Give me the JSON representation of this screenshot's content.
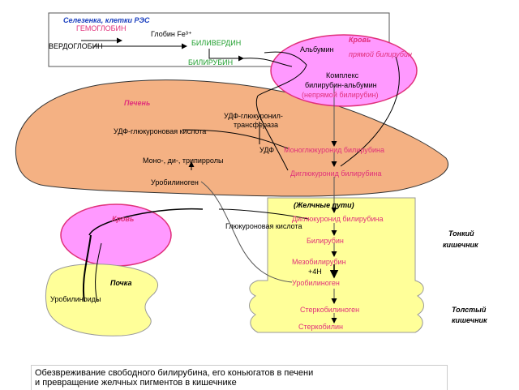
{
  "spleen": {
    "title": "Селезенка, клетки РЭС",
    "hemoglobin": "ГЕМОГЛОБИН",
    "globin_fe": "Глобин  Fe³⁺",
    "verdoglobin": "ВЕРДОГЛОБИН",
    "biliverdin": "БИЛИВЕРДИН",
    "bilirubin": "БИЛИРУБИН"
  },
  "blood_top": {
    "title": "Кровь",
    "albumin": "Альбумин",
    "direct_bilirubin": "прямой билирубин",
    "complex_line1": "Комплекс",
    "complex_line2": "билирубин-альбумин",
    "complex_line3": "(непрямой билирубин)"
  },
  "liver": {
    "title": "Печень",
    "udp_gt_line1": "УДФ-глюкуронил-",
    "udp_gt_line2": "трансфераза",
    "udp_glucuronic": "УДФ-глюкуроновая кислота",
    "udp": "УДФ",
    "mono_glucuronide": "Моноглюкуронид билирубина",
    "pyrroles": "Моно-, ди-, трипирролы",
    "diglucuronide": "Диглюкуронид билирубина",
    "urobilinogen": "Уробилиноген"
  },
  "intestine": {
    "bile_ducts": "(Желчные пути)",
    "diglucuronide": "Диглюкуронид билирубина",
    "glucuronic_acid": "Глюкуроновая кислота",
    "bilirubin": "Билирубин",
    "mesobilirubin": "Мезобилирубин",
    "plus_4h": "+4Н",
    "urobilinogen": "Уробилиноген",
    "stercobilinogen": "Стеркобилиноген",
    "stercobilin": "Стеркобилин",
    "small_line1": "Тонкий",
    "small_line2": "кишечник",
    "large_line1": "Толстый",
    "large_line2": "кишечник"
  },
  "blood_bottom": {
    "title": "Кровь"
  },
  "kidney": {
    "title": "Почка",
    "urobilinoids": "Уробилиноиды"
  },
  "caption": {
    "line1": "Обезвреживание свободного билирубина, его коньюгатов в печени",
    "line2": " и превращение желчных пигментов в кишечнике"
  },
  "colors": {
    "liver": "#f4b183",
    "blood": "#ff99ff",
    "blood_border": "#e0307a",
    "intestine": "#ffff99",
    "spleen_border": "#555555"
  }
}
